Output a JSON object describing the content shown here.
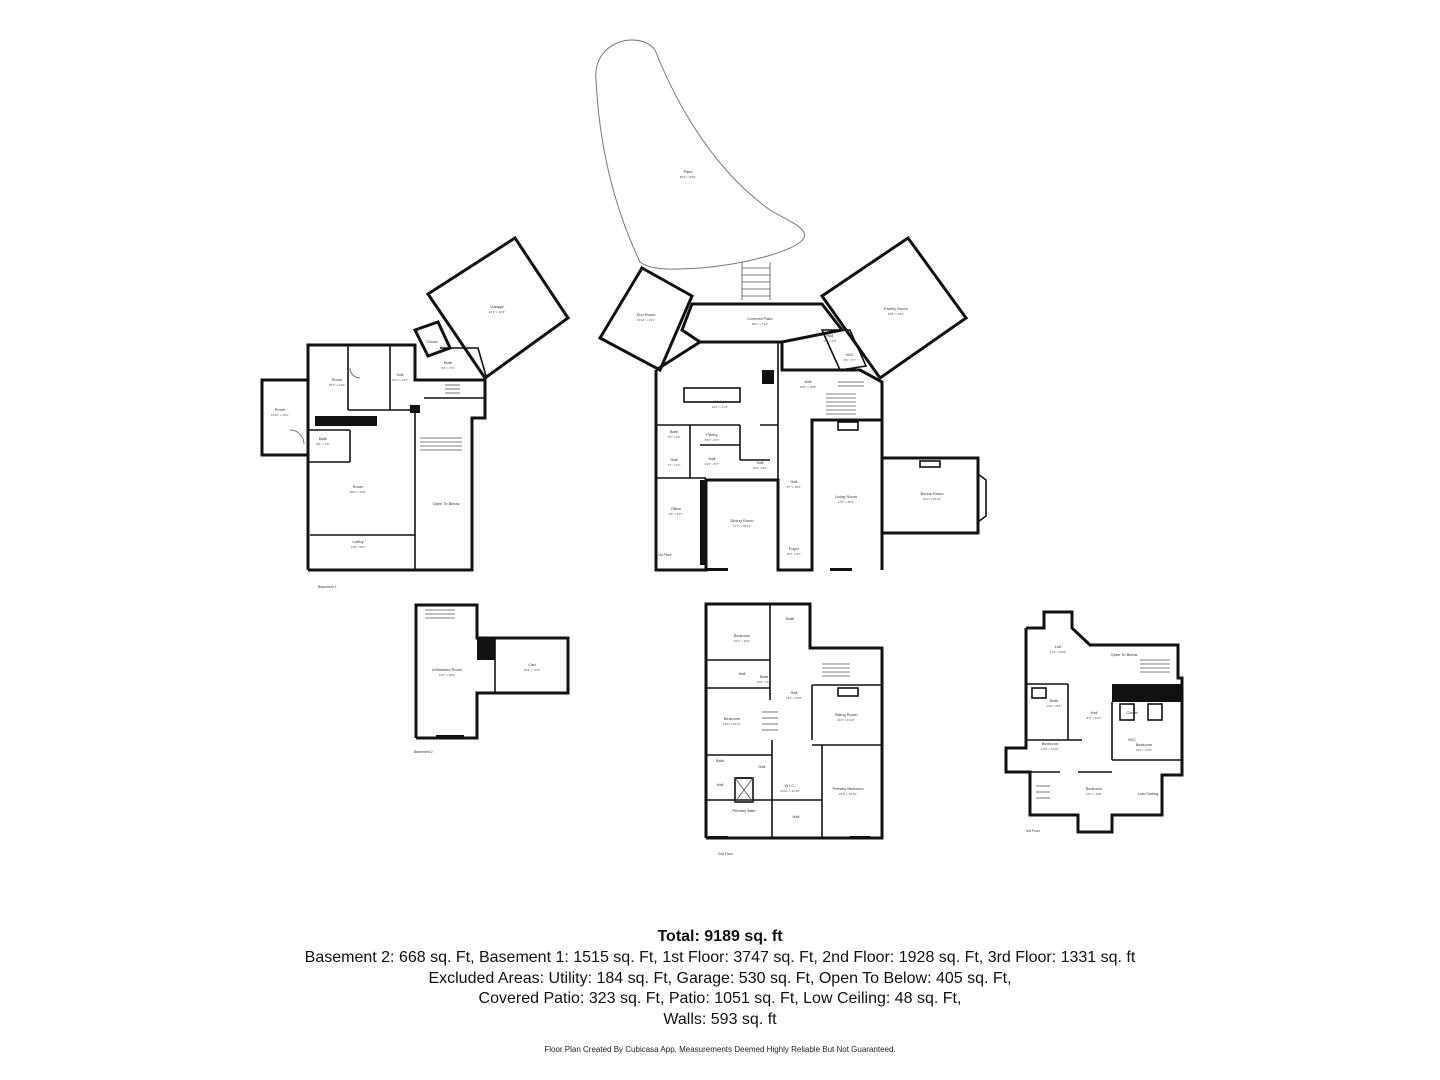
{
  "floors": {
    "basement1": {
      "name": "Basement 1",
      "rooms": [
        {
          "name": "Garage",
          "dims": "22'3\" x 22'3\""
        },
        {
          "name": "Room",
          "dims": "15'2\" x 14'0\""
        },
        {
          "name": "Hall",
          "dims": "14'0\" x 12'6\""
        },
        {
          "name": "Closet",
          "dims": ""
        },
        {
          "name": "Bath",
          "dims": "8'4\" x 7'0\""
        },
        {
          "name": "Room",
          "dims": "16'10\" x 16'2\""
        },
        {
          "name": "Bath",
          "dims": "8'6\" x 7'6\""
        },
        {
          "name": "Room",
          "dims": "28'0\" x 28'9\""
        },
        {
          "name": "Open To Below",
          "dims": ""
        },
        {
          "name": "Lobby",
          "dims": "14'9\" x 8'0\""
        }
      ]
    },
    "basement2": {
      "name": "Basement 2",
      "rooms": [
        {
          "name": "Unfinished Room",
          "dims": "14'5\" x 26'0\""
        },
        {
          "name": "Cart",
          "dims": "15'2\" x 12'0\""
        }
      ]
    },
    "first": {
      "name": "1st Floor",
      "rooms": [
        {
          "name": "Patio",
          "dims": "50'4\" x 60'0\""
        },
        {
          "name": "Sun Room",
          "dims": "15'10\" x 19'1\""
        },
        {
          "name": "Covered Patio",
          "dims": "38'0\" x 7'10\""
        },
        {
          "name": "Family Room",
          "dims": "23'8\" x 22'2\""
        },
        {
          "name": "Kitchen",
          "dims": "22'5\" x 17'0\""
        },
        {
          "name": "Hall",
          "dims": "18'6\" x 18'8\""
        },
        {
          "name": "Hall",
          "dims": "9'7\" x 6'8\""
        },
        {
          "name": "W/C",
          "dims": "5'6\" x 5'7\""
        },
        {
          "name": "Bath",
          "dims": "7'5\" x 5'0\""
        },
        {
          "name": "Pantry",
          "dims": "8'10\" x 5'0\""
        },
        {
          "name": "Hall",
          "dims": "7'1\" x 6'2\""
        },
        {
          "name": "Hall",
          "dims": "10'2\" x 5'7\""
        },
        {
          "name": "Hall",
          "dims": "12'0\" x 8'4\""
        },
        {
          "name": "Office",
          "dims": "9'8\" x 13'7\""
        },
        {
          "name": "Dining Room",
          "dims": "13'3\" x 20'11\""
        },
        {
          "name": "Hall",
          "dims": "8'7\" x 30'8\""
        },
        {
          "name": "Foyer",
          "dims": "20'7\" x 8'7\""
        },
        {
          "name": "Living Room",
          "dims": "17'0\" x 36'4\""
        },
        {
          "name": "Bonus Room",
          "dims": "21'2\" x 16'10\""
        }
      ]
    },
    "second": {
      "name": "2nd Floor",
      "rooms": [
        {
          "name": "Bedroom",
          "dims": "16'2\" x 16'2\""
        },
        {
          "name": "Bath",
          "dims": ""
        },
        {
          "name": "Hall",
          "dims": ""
        },
        {
          "name": "Bath",
          "dims": "10'6\" x 6'8\""
        },
        {
          "name": "Hall",
          "dims": "12'0\" x 20'0\""
        },
        {
          "name": "Sitting Room",
          "dims": "16'4\" x 13'10\""
        },
        {
          "name": "Bedroom",
          "dims": "15'6\" x 15'11\""
        },
        {
          "name": "Bath",
          "dims": ""
        },
        {
          "name": "Hall",
          "dims": ""
        },
        {
          "name": "Hall",
          "dims": ""
        },
        {
          "name": "W.I.C.",
          "dims": "10'10\" x 14'10\""
        },
        {
          "name": "Primary Bath",
          "dims": ""
        },
        {
          "name": "Primary Bedroom",
          "dims": "15'8\" x 22'10\""
        },
        {
          "name": "Hall",
          "dims": ""
        }
      ]
    },
    "third": {
      "name": "3rd Floor",
      "rooms": [
        {
          "name": "Loft",
          "dims": "17'4\" x 10'8\""
        },
        {
          "name": "Open To Below",
          "dims": ""
        },
        {
          "name": "Bath",
          "dims": "10'6\" x 6'8\""
        },
        {
          "name": "Hall",
          "dims": "8'0\" x 12'1\""
        },
        {
          "name": "Closet",
          "dims": ""
        },
        {
          "name": "W/C",
          "dims": ""
        },
        {
          "name": "Bedroom",
          "dims": "13'0\" x 11'10\""
        },
        {
          "name": "Bedroom",
          "dims": "13'2\" x 14'5\""
        },
        {
          "name": "Bedroom",
          "dims": "13'0\" x 14'6\""
        },
        {
          "name": "Low Ceiling",
          "dims": ""
        }
      ]
    }
  },
  "summary": {
    "total": "Total: 9189 sq. ft",
    "line1": "Basement 2: 668 sq. Ft, Basement 1: 1515 sq. Ft, 1st Floor: 3747 sq. Ft, 2nd Floor: 1928 sq. Ft, 3rd Floor: 1331 sq. ft",
    "line2": "Excluded Areas: Utility: 184 sq. Ft, Garage: 530 sq. Ft, Open To Below: 405 sq. Ft,",
    "line3": "Covered Patio: 323 sq. Ft, Patio: 1051 sq. Ft, Low Ceiling: 48 sq. Ft,",
    "line4": "Walls: 593 sq. ft"
  },
  "footer": "Floor Plan Created By Cubicasa App. Measurements Deemed Highly Reliable But Not Guaranteed."
}
